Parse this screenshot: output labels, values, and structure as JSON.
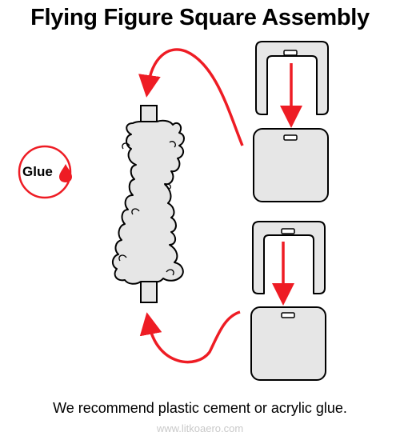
{
  "title": "Flying Figure Square Assembly",
  "glue_label": "Glue",
  "note": "We recommend plastic cement or acrylic glue.",
  "credit": "www.litkoaero.com",
  "colors": {
    "arrow": "#ee1c24",
    "part_fill": "#e6e6e6",
    "outline": "#000000"
  }
}
